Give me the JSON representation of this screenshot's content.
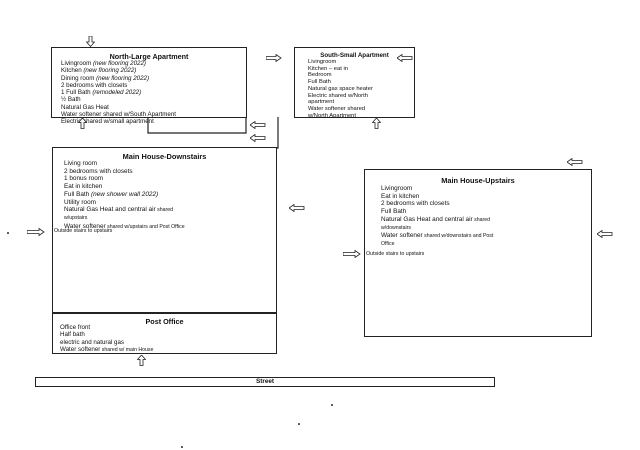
{
  "north": {
    "title": "North-Large Apartment",
    "l1": "Livingroom ",
    "l1i": "(new flooring 2022)",
    "l2": "Kitchen ",
    "l2i": "(new flooring 2022)",
    "l3": "Dining room ",
    "l3i": "(new flooring 2022)",
    "l4": "2 bedrooms with closets",
    "l5": "1 Full Bath ",
    "l5i": "(remodeled 2022)",
    "l6": "½ Bath",
    "l7": "Natural Gas Heat",
    "l8a": "Water softener",
    "l8b": " shared w/South Apartment",
    "l9": "Electric shared w/small apartment"
  },
  "south": {
    "title": "South-Small Apartment",
    "l1": "Livingroom",
    "l2": "Kitchen – eat in",
    "l3": "Bedroom",
    "l4": "Full Bath",
    "l5": "Natural gas space heater",
    "l6": "Electric shared w/North",
    "l7": "apartment",
    "l8a": "Water softener",
    "l8b": " shared",
    "l9": "w/North Apartment"
  },
  "downstairs": {
    "title": "Main House-Downstairs",
    "l1": "Living room",
    "l2": "2 bedrooms with closets",
    "l3": "1 bonus room",
    "l4": "Eat in kitchen",
    "l5": "Full Bath ",
    "l5i": "(new shower wall 2022)",
    "l6": "Utility room",
    "l7a": "Natural Gas Heat and central air",
    "l7b": " shared",
    "l8": "w/upstairs",
    "l9a": "Water softener",
    "l9b": " shared w/upstairs and Post Office"
  },
  "upstairs": {
    "title": "Main House-Upstairs",
    "l1": "Livingroom",
    "l2": "Eat in kitchen",
    "l3": "2 bedrooms with closets",
    "l4": "Full Bath",
    "l5a": "Natural Gas Heat and central air",
    "l5b": " shared",
    "l6": "w/downstairs",
    "l7a": "Water softener",
    "l7b": " shared w/downstairs and Post",
    "l8": "Office"
  },
  "postoffice": {
    "title": "Post Office",
    "l1": "Office front",
    "l2": "Half bath",
    "l3": "electric and natural gas",
    "l4a": "Water softener",
    "l4b": " shared w/ main House"
  },
  "labels": {
    "stairs_left": "Outside stairs to upstairs",
    "stairs_right": "Outside stairs to upstairs",
    "street": "Street"
  }
}
